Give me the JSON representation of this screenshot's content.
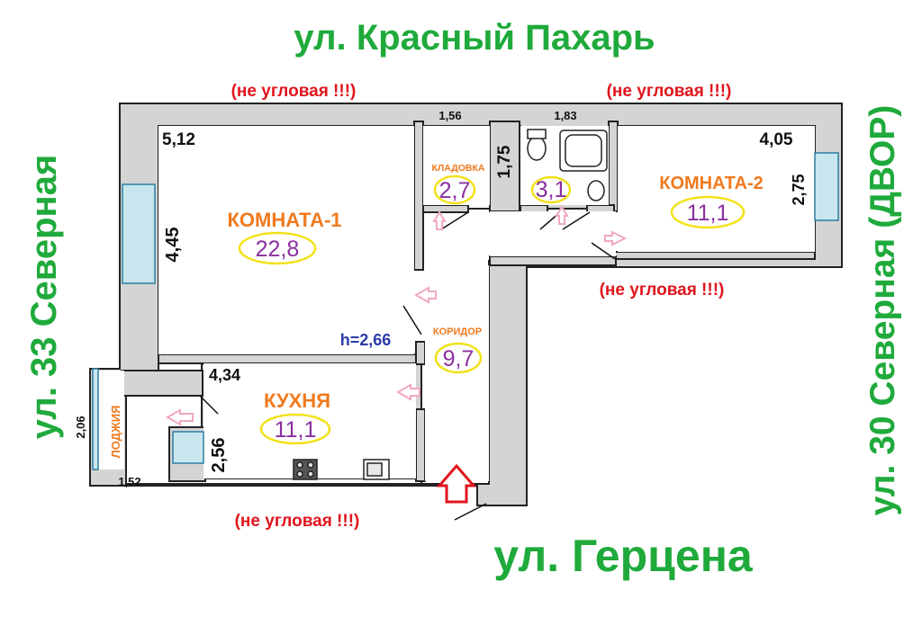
{
  "streets": {
    "top": "ул. Красный Пахарь",
    "left": "ул. 33 Северная",
    "right": "ул. 30 Северная (ДВОР)",
    "bottom": "ул. Герцена"
  },
  "notices": {
    "top_left": "(не угловая !!!)",
    "top_right": "(не угловая !!!)",
    "middle_right": "(не угловая !!!)",
    "bottom": "(не угловая !!!)"
  },
  "rooms": {
    "room1": {
      "name": "КОМНАТА-1",
      "area": "22,8"
    },
    "room2": {
      "name": "КОМНАТА-2",
      "area": "11,1"
    },
    "kitchen": {
      "name": "КУХНЯ",
      "area": "11,1"
    },
    "corridor": {
      "name": "КОРИДОР",
      "area": "9,7"
    },
    "storage": {
      "name": "КЛАДОВКА",
      "area": "2,7"
    },
    "bathroom": {
      "area": "3,1"
    },
    "loggia": {
      "name": "ЛОДЖИЯ"
    }
  },
  "dimensions": {
    "room1_width": "5,12",
    "room1_depth": "4,45",
    "storage_width": "1,56",
    "storage_depth": "1,75",
    "bath_width": "1,83",
    "room2_width": "4,05",
    "room2_depth": "2,75",
    "kitchen_width": "4,34",
    "kitchen_depth": "2,56",
    "loggia_depth": "2,06",
    "loggia_width": "1,52",
    "ceiling": "h=2,66"
  }
}
